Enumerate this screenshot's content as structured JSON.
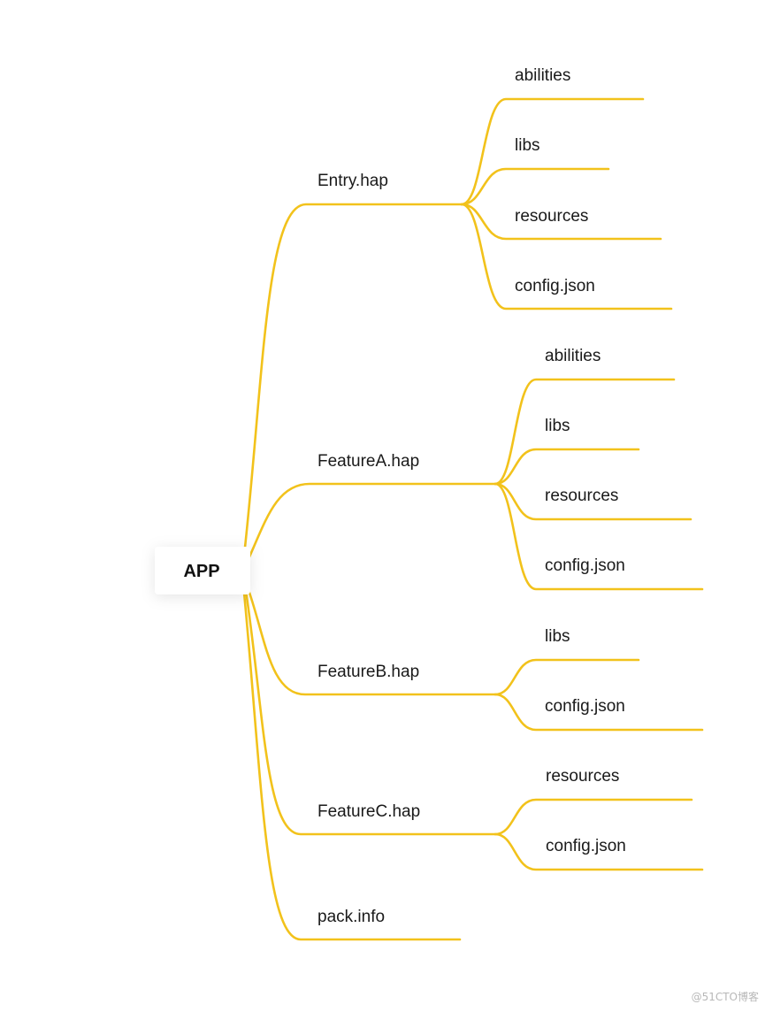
{
  "colors": {
    "branch": "#F2C21B",
    "text": "#1a1a1a",
    "root_bg": "#ffffff"
  },
  "root": {
    "label": "APP"
  },
  "branches": [
    {
      "label": "Entry.hap",
      "children": [
        "abilities",
        "libs",
        "resources",
        "config.json"
      ]
    },
    {
      "label": "FeatureA.hap",
      "children": [
        "abilities",
        "libs",
        "resources",
        "config.json"
      ]
    },
    {
      "label": "FeatureB.hap",
      "children": [
        "libs",
        "config.json"
      ]
    },
    {
      "label": "FeatureC.hap",
      "children": [
        "resources",
        "config.json"
      ]
    },
    {
      "label": "pack.info",
      "children": []
    }
  ],
  "watermark": "@51CTO博客"
}
